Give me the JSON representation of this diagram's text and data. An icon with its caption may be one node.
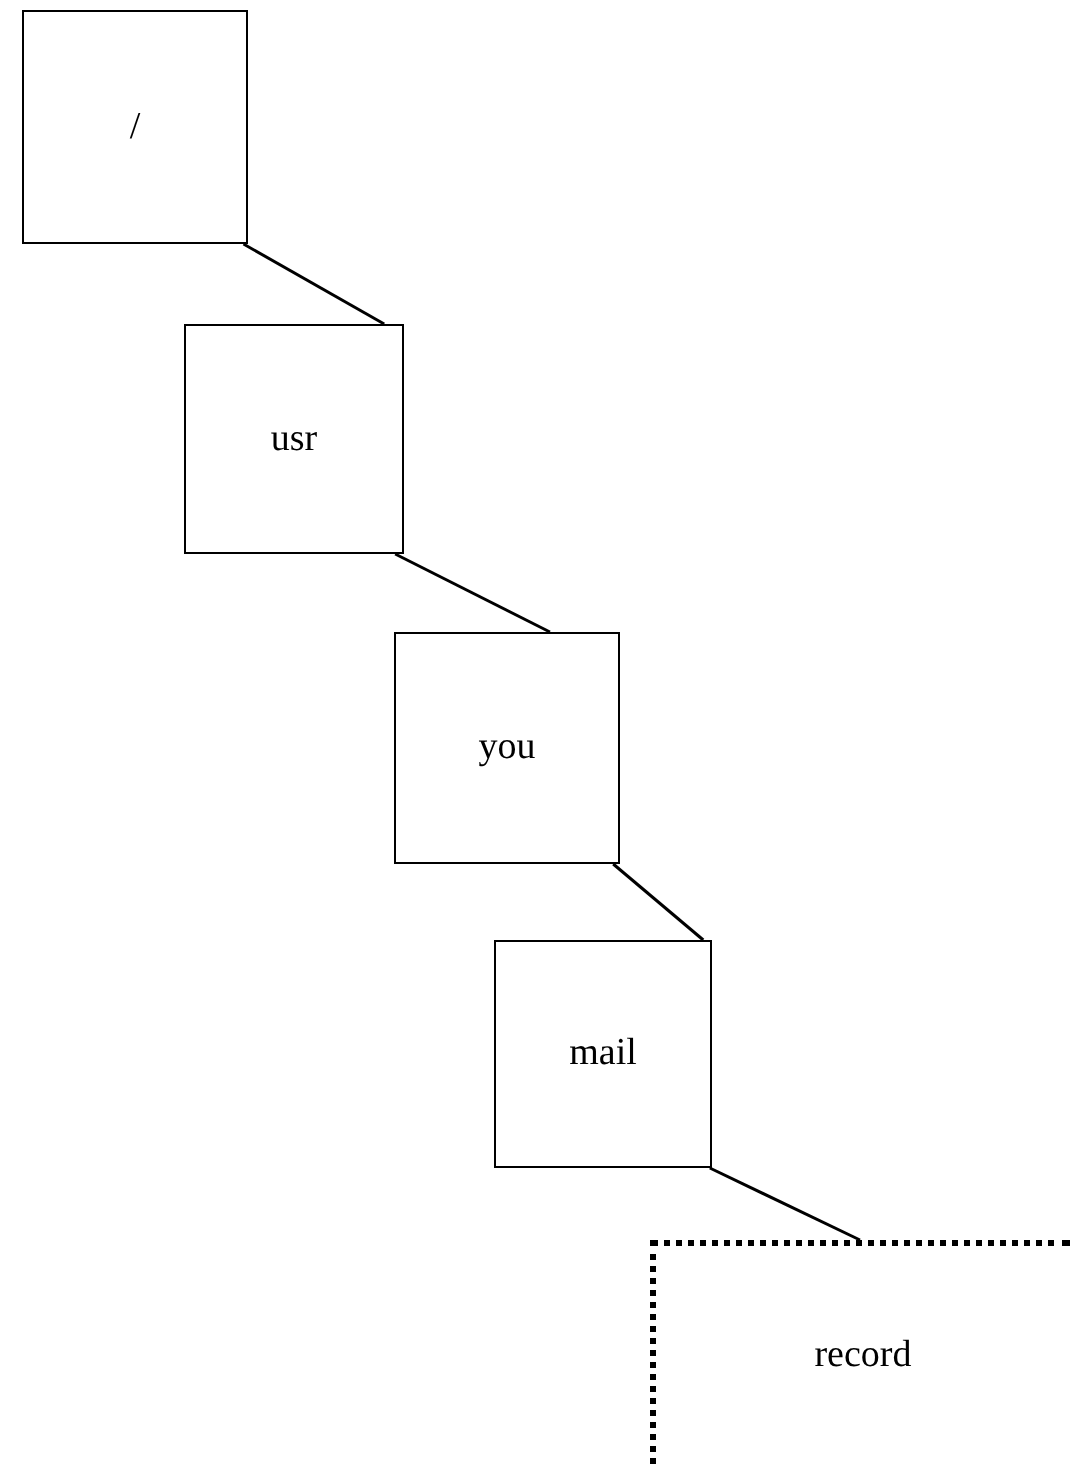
{
  "diagram": {
    "nodes": [
      {
        "text": [
          "/"
        ]
      },
      {
        "text": [
          "usr"
        ]
      },
      {
        "text": [
          "you"
        ]
      },
      {
        "text": [
          "mail"
        ]
      },
      {
        "text": [
          "record"
        ]
      }
    ],
    "edges": [
      {
        "from": 0,
        "to": 1,
        "arrow": "none"
      },
      {
        "from": 1,
        "to": 2,
        "arrow": "none"
      },
      {
        "from": 2,
        "to": 3,
        "arrow": "none"
      },
      {
        "from": 3,
        "to": 4,
        "arrow": "none"
      }
    ]
  }
}
